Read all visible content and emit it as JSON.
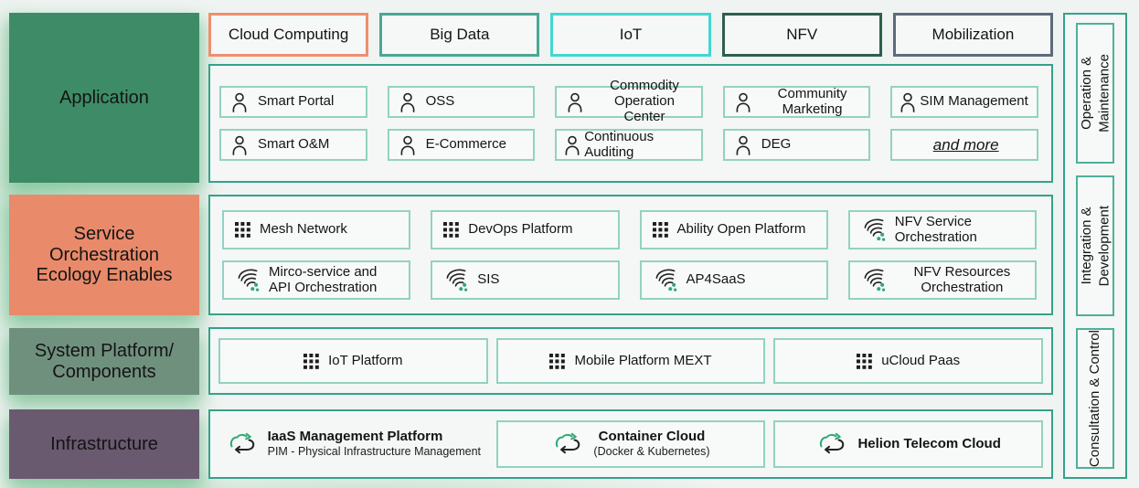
{
  "palette": {
    "container_border": "#34a28b",
    "item_border": "#93d2c2",
    "accent_green": "#2fa877",
    "application_bg": "#3e8c67",
    "service_bg": "#e98a6b",
    "system_bg": "#70907e",
    "infrastructure_bg": "#6a5a70"
  },
  "left_labels": {
    "application": "Application",
    "service": "Service\nOrchestration\nEcology Enables",
    "system": "System Platform/\nComponents",
    "infrastructure": "Infrastructure"
  },
  "tabs": [
    {
      "label": "Cloud Computing",
      "border": "#ed8f6f"
    },
    {
      "label": "Big Data",
      "border": "#4aa794"
    },
    {
      "label": "IoT",
      "border": "#41d8d0"
    },
    {
      "label": "NFV",
      "border": "#2e5f4e"
    },
    {
      "label": "Mobilization",
      "border": "#5d6b7c"
    }
  ],
  "application": {
    "items": [
      {
        "icon": "user-icon",
        "label": "Smart Portal"
      },
      {
        "icon": "user-icon",
        "label": "OSS"
      },
      {
        "icon": "user-icon",
        "label": "Commodity\nOperation Center"
      },
      {
        "icon": "user-icon",
        "label": "Community\nMarketing"
      },
      {
        "icon": "user-icon",
        "label": "SIM Management"
      },
      {
        "icon": "user-icon",
        "label": "Smart O&M"
      },
      {
        "icon": "user-icon",
        "label": "E-Commerce"
      },
      {
        "icon": "user-icon",
        "label": "Continuous Auditing"
      },
      {
        "icon": "user-icon",
        "label": "DEG"
      },
      {
        "icon": "none",
        "label": "and more"
      }
    ]
  },
  "service": {
    "items": [
      {
        "icon": "grid-icon",
        "label": "Mesh Network"
      },
      {
        "icon": "grid-icon",
        "label": "DevOps Platform"
      },
      {
        "icon": "grid-icon",
        "label": "Ability Open Platform"
      },
      {
        "icon": "orchestration-icon",
        "label": "NFV Service\nOrchestration"
      },
      {
        "icon": "orchestration-icon",
        "label": "Mirco-service and\nAPI Orchestration"
      },
      {
        "icon": "orchestration-icon",
        "label": "SIS"
      },
      {
        "icon": "orchestration-icon",
        "label": "AP4SaaS"
      },
      {
        "icon": "orchestration-icon",
        "label": "NFV Resources\nOrchestration"
      }
    ]
  },
  "system": {
    "items": [
      {
        "icon": "grid-icon",
        "label": "IoT Platform"
      },
      {
        "icon": "grid-icon",
        "label": "Mobile Platform MEXT"
      },
      {
        "icon": "grid-icon",
        "label": "uCloud Paas"
      }
    ]
  },
  "infrastructure": {
    "items": [
      {
        "icon": "cloud-sync-icon",
        "title": "IaaS Management Platform",
        "subtitle": "PIM - Physical Infrastructure Management"
      },
      {
        "icon": "cloud-sync-icon",
        "title": "Container Cloud",
        "subtitle": "(Docker & Kubernetes)"
      },
      {
        "icon": "cloud-sync-icon",
        "title": "Helion Telecom Cloud",
        "subtitle": ""
      }
    ]
  },
  "sidebar": {
    "items": [
      {
        "label": "Operation &\nMaintenance"
      },
      {
        "label": "Integration &\nDevelopment"
      },
      {
        "label": "Consultation & Control"
      }
    ]
  }
}
